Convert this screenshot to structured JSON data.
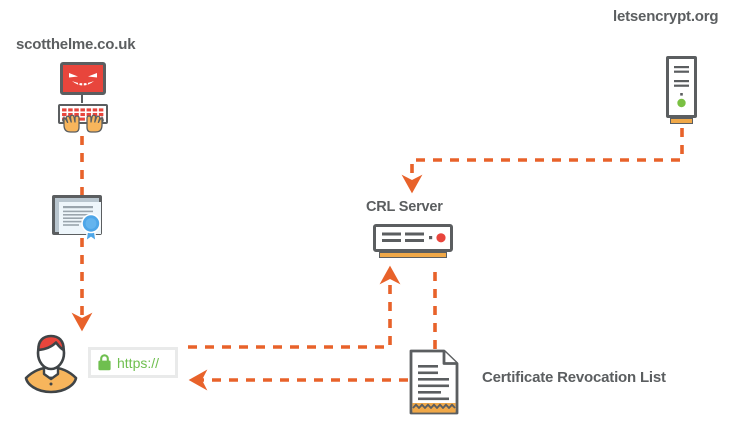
{
  "diagram": {
    "title_labels": {
      "site": "scotthelme.co.uk",
      "ca": "letsencrypt.org",
      "crl_server": "CRL Server",
      "crl_list": "Certificate Revocation List"
    },
    "browser": {
      "url_scheme": "https://",
      "lock_state": "secure"
    },
    "icons": {
      "hacker": "hacker-computer-icon",
      "certificate": "certificate-icon",
      "user": "user-avatar-icon",
      "tower_server": "tower-server-icon",
      "rack_server": "rack-server-icon",
      "document": "document-icon",
      "padlock": "padlock-icon"
    },
    "colors": {
      "arrow": "#e8622a",
      "text": "#5b5e60",
      "red": "#e8453c",
      "orange": "#f0a848",
      "green": "#6fbf4f",
      "blue": "#4da6e8",
      "outline": "#5b5e60",
      "addressbar_border": "#e9eaea"
    },
    "flows": [
      {
        "name": "site-to-user",
        "from": "scotthelme.co.uk",
        "to": "user",
        "via": "certificate",
        "direction": "down"
      },
      {
        "name": "ca-to-crl-server",
        "from": "letsencrypt.org",
        "to": "CRL Server",
        "direction": "left-down"
      },
      {
        "name": "user-to-crl-server",
        "from": "browser",
        "to": "CRL Server",
        "direction": "right-up"
      },
      {
        "name": "crl-list-to-user",
        "from": "Certificate Revocation List",
        "to": "browser",
        "direction": "left"
      },
      {
        "name": "crl-list-to-crl-server",
        "from": "Certificate Revocation List",
        "to": "CRL Server",
        "direction": "up"
      }
    ]
  }
}
